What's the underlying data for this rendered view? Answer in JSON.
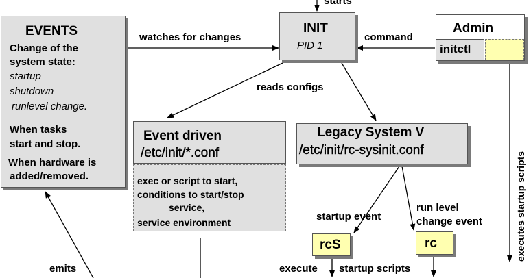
{
  "top_label": "starts",
  "events": {
    "title": "EVENTS",
    "line1": "Change of the",
    "line2": "system state:",
    "startup": "startup",
    "shutdown": "shutdown",
    "runlevel": "runlevel change.",
    "tasks1": "When tasks",
    "tasks2": "start and stop.",
    "hw1": "When hardware is",
    "hw2": "added/removed."
  },
  "init": {
    "title": "INIT",
    "pid": "PID  1"
  },
  "admin": {
    "title": "Admin",
    "initctl": "initctl"
  },
  "event_driven": {
    "title": "Event  driven",
    "path": "/etc/init/*.conf",
    "l1": "exec or script to start,",
    "l2": "conditions to start/stop",
    "l3": "service,",
    "l4": "service environment"
  },
  "legacy": {
    "title": "Legacy  System V",
    "path": "/etc/init/rc-sysinit.conf"
  },
  "rcs": "rcS",
  "rc": "rc",
  "labels": {
    "watches": "watches for changes",
    "command": "command",
    "reads": "reads configs",
    "startup_event": "startup event",
    "run_level1": "run level",
    "run_level2": "change event",
    "execute": "execute",
    "startup_scripts": "startup scripts",
    "emits": "emits",
    "executes_startup_scripts": "executes startup scripts"
  },
  "colors": {
    "gray_fill": "#e0e0e0",
    "yellow_fill": "#ffffb0",
    "shadow": "#7a7a7a"
  }
}
